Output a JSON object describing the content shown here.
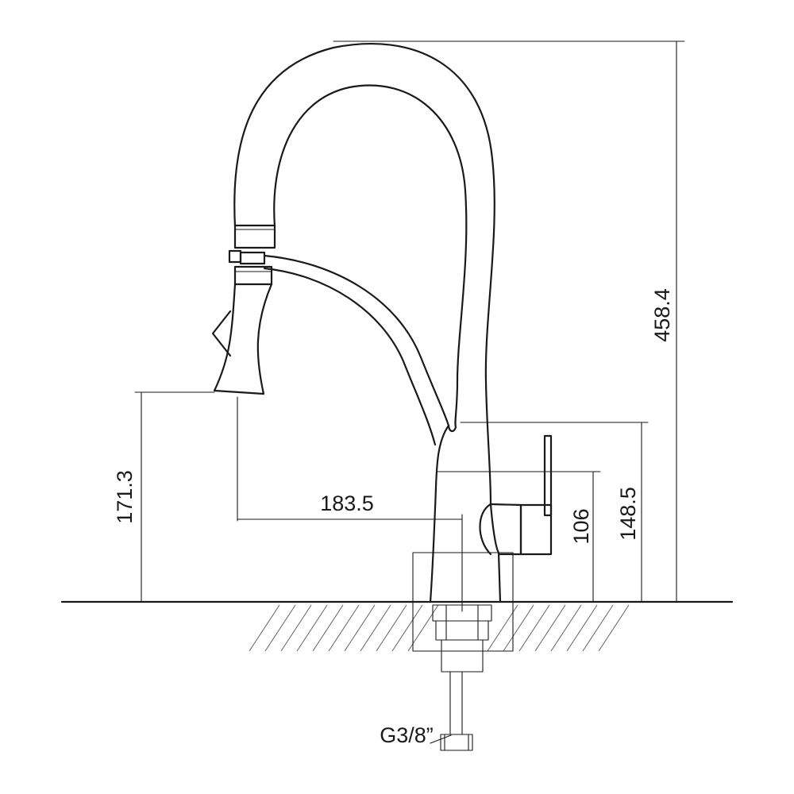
{
  "dimensions": {
    "overall_height": "458.4",
    "spout_height": "171.3",
    "spout_reach": "183.5",
    "lever_height": "106",
    "body_height": "148.5"
  },
  "connection": {
    "thread_label": "G3/8”"
  },
  "colors": {
    "line": "#1a1a1a",
    "background": "#ffffff"
  }
}
